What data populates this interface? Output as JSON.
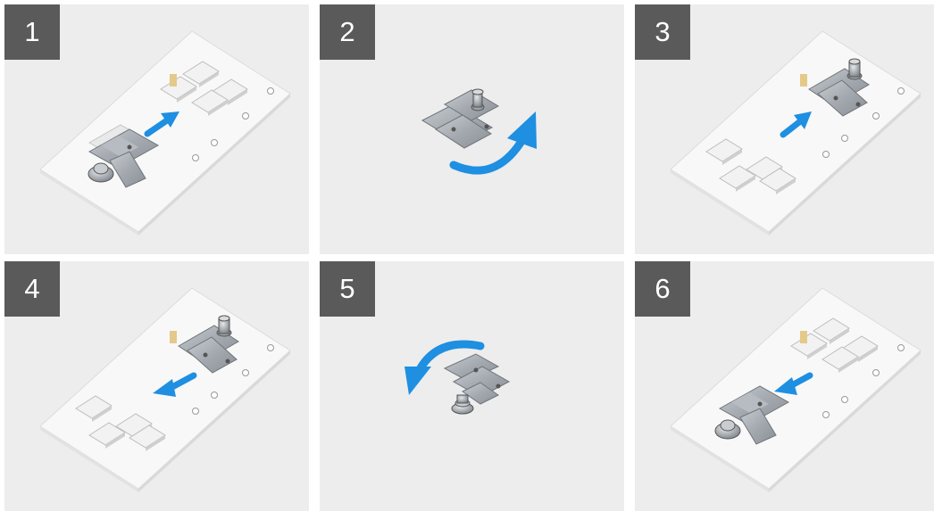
{
  "steps": [
    {
      "number": "1"
    },
    {
      "number": "2"
    },
    {
      "number": "3"
    },
    {
      "number": "4"
    },
    {
      "number": "5"
    },
    {
      "number": "6"
    }
  ],
  "colors": {
    "panel_background": "#ededed",
    "badge_background": "#5a5a5a",
    "badge_text": "#ffffff",
    "arrow_blue": "#1e8fe1",
    "plate": "#f7f7f7",
    "bracket_metal": "#a9b0b6"
  },
  "icons": [
    "arrow-up-right-icon",
    "rotate-clockwise-icon",
    "arrow-down-left-icon",
    "rotate-counterclockwise-icon"
  ]
}
